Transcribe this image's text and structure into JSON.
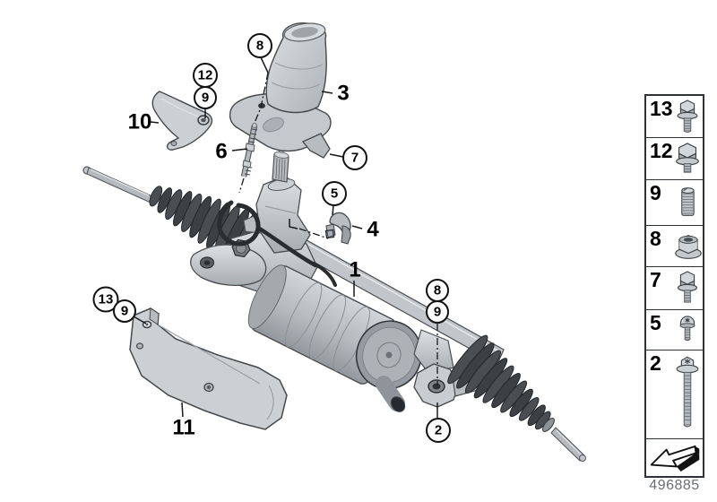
{
  "diagram": {
    "doc_number": "496885",
    "part_labels": {
      "steering_gear": "1",
      "cover": "3",
      "clamp": "4",
      "stud": "6",
      "bracket": "10",
      "heat_shield": "11"
    },
    "callouts": {
      "top_8": "8",
      "top_12": "12",
      "top_9": "9",
      "cover_7": "7",
      "clamp_5": "5",
      "mount_8": "8",
      "mount_9": "9",
      "mount_2": "2",
      "shield_13": "13",
      "shield_9": "9"
    }
  },
  "legend": {
    "rows": [
      {
        "number": "13",
        "icon": "hex-flange-bolt-icon"
      },
      {
        "number": "12",
        "icon": "hex-flange-bolt-short-icon"
      },
      {
        "number": "9",
        "icon": "threaded-insert-icon"
      },
      {
        "number": "8",
        "icon": "flange-nut-icon"
      },
      {
        "number": "7",
        "icon": "hex-flange-bolt-stub-icon"
      },
      {
        "number": "5",
        "icon": "torx-pan-screw-icon"
      },
      {
        "number": "2",
        "icon": "long-torx-bolt-icon"
      },
      {
        "number": "",
        "icon": "direction-arrow-icon"
      }
    ]
  },
  "colors": {
    "outline": "#2f3337",
    "metal_light": "#d6d9dc",
    "metal_mid": "#b7bcc1",
    "boot_dark": "#3f4347",
    "doc_number_text": "#6b6f73"
  }
}
